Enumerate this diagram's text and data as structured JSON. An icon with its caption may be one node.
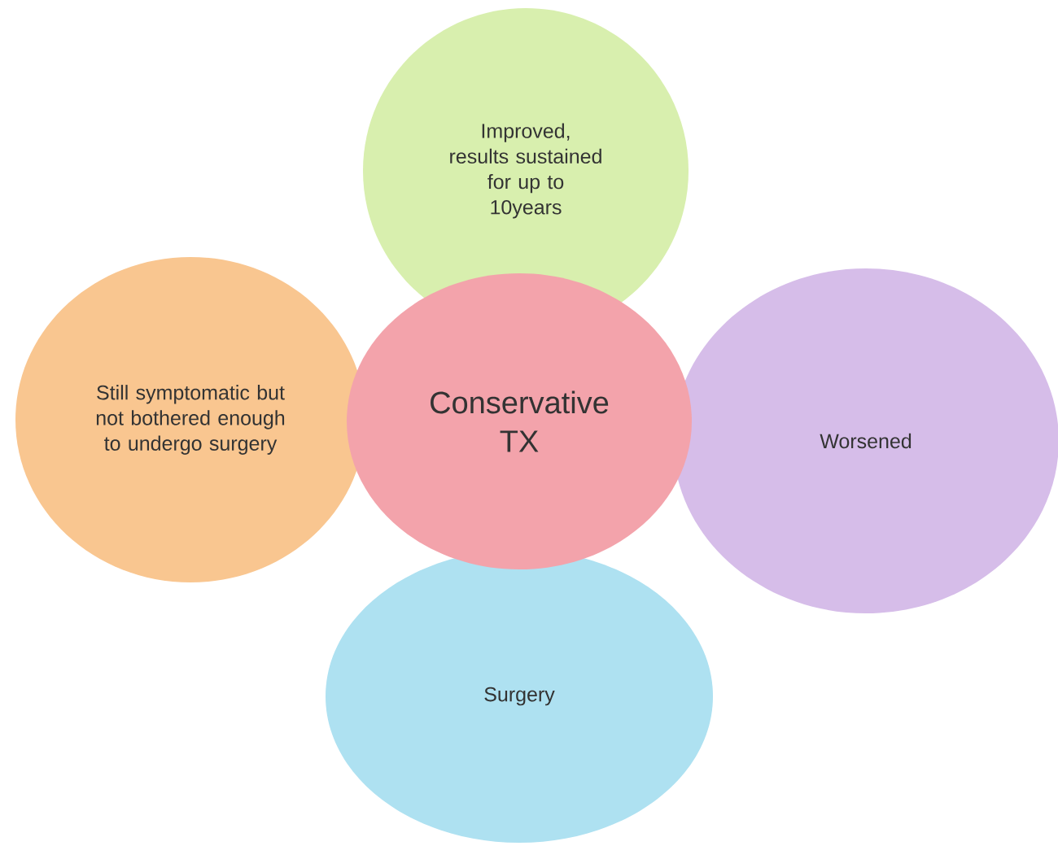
{
  "diagram": {
    "nodes": [
      {
        "text": [
          "Improved, results sustained for up to 10years"
        ]
      },
      {
        "text": [
          "Still symptomatic but not bothered enough to undergo surgery"
        ]
      },
      {
        "text": [
          "Conservative TX"
        ]
      },
      {
        "text": [
          "Worsened"
        ]
      },
      {
        "text": [
          "Surgery"
        ]
      }
    ]
  }
}
